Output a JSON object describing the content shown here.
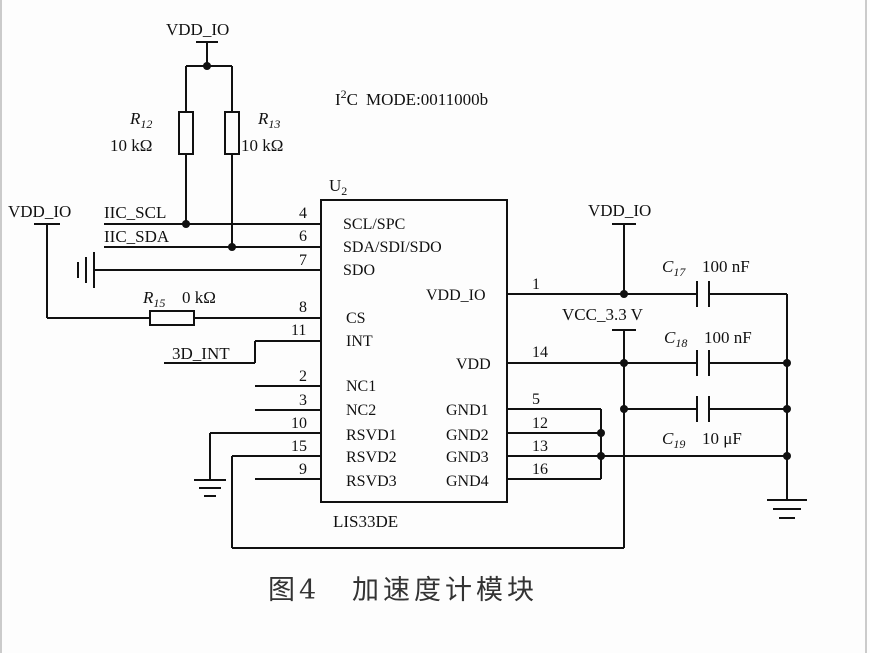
{
  "mode_note": "MODE:0011000b",
  "mode_prefix": "I",
  "mode_sup": "2",
  "mode_c": "C",
  "nets": {
    "vdd_io_top": "VDD_IO",
    "vdd_io_left": "VDD_IO",
    "vdd_io_right": "VDD_IO",
    "vcc": "VCC_3.3 V",
    "scl": "IIC_SCL",
    "sda": "IIC_SDA",
    "int": "3D_INT"
  },
  "resistors": [
    {
      "ref": "R",
      "sub": "12",
      "value": "10 kΩ"
    },
    {
      "ref": "R",
      "sub": "13",
      "value": "10 kΩ"
    },
    {
      "ref": "R",
      "sub": "15",
      "value": "0 kΩ"
    }
  ],
  "capacitors": [
    {
      "ref": "C",
      "sub": "17",
      "value": "100 nF"
    },
    {
      "ref": "C",
      "sub": "18",
      "value": "100 nF"
    },
    {
      "ref": "C",
      "sub": "19",
      "value": "10 μF"
    }
  ],
  "chip": {
    "ref": "U",
    "ref_sub": "2",
    "part": "LIS33DE",
    "left_pins": [
      {
        "num": "4",
        "name": "SCL/SPC"
      },
      {
        "num": "6",
        "name": "SDA/SDI/SDO"
      },
      {
        "num": "7",
        "name": "SDO"
      },
      {
        "num": "8",
        "name": "CS"
      },
      {
        "num": "11",
        "name": "INT"
      },
      {
        "num": "2",
        "name": "NC1"
      },
      {
        "num": "3",
        "name": "NC2"
      },
      {
        "num": "10",
        "name": "RSVD1"
      },
      {
        "num": "15",
        "name": "RSVD2"
      },
      {
        "num": "9",
        "name": "RSVD3"
      }
    ],
    "right_pins": [
      {
        "num": "1",
        "name": "VDD_IO"
      },
      {
        "num": "14",
        "name": "VDD"
      },
      {
        "num": "5",
        "name": "GND1"
      },
      {
        "num": "12",
        "name": "GND2"
      },
      {
        "num": "13",
        "name": "GND3"
      },
      {
        "num": "16",
        "name": "GND4"
      }
    ]
  },
  "caption": {
    "fig": "图4",
    "title": "加速度计模块"
  }
}
